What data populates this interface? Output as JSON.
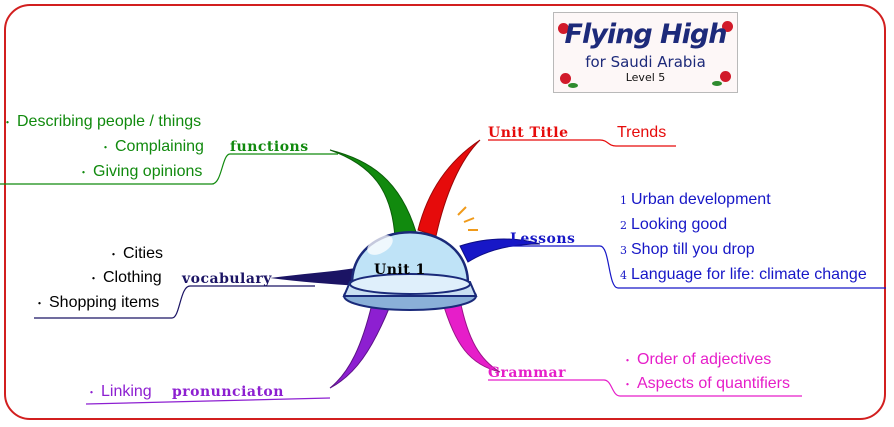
{
  "logo": {
    "line1": "Flying High",
    "line2": "for Saudi Arabia",
    "line3": "Level 5"
  },
  "center": {
    "label": "Unit 1"
  },
  "colors": {
    "functions": "#118a0e",
    "vocabulary": "#1b1464",
    "pronunciation": "#8d1fd1",
    "unit_title": "#e60b0b",
    "lessons": "#1717c7",
    "grammar": "#e61ec9",
    "frame": "#d21f1f"
  },
  "branches": {
    "functions": {
      "label": "functions",
      "items": [
        "Describing people / things",
        "Complaining",
        "Giving opinions"
      ]
    },
    "vocabulary": {
      "label": "vocabulary",
      "items": [
        "Cities",
        "Clothing",
        "Shopping items"
      ]
    },
    "pronunciation": {
      "label": "pronunciaton",
      "items": [
        "Linking"
      ]
    },
    "unit_title": {
      "label": "Unit Title",
      "value": "Trends"
    },
    "lessons": {
      "label": "Lessons",
      "items": [
        {
          "num": "1",
          "text": "Urban development"
        },
        {
          "num": "2",
          "text": "Looking good"
        },
        {
          "num": "3",
          "text": "Shop till you drop"
        },
        {
          "num": "4",
          "text": "Language for life: climate change"
        }
      ]
    },
    "grammar": {
      "label": "Grammar",
      "items": [
        "Order of adjectives",
        "Aspects of quantifiers"
      ]
    }
  }
}
